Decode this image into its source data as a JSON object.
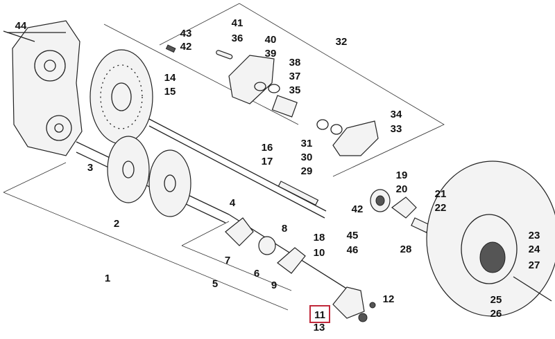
{
  "diagram": {
    "title": "Drive shaft / brake exploded view",
    "highlight_color": "#c0283a",
    "highlighted_label": "11",
    "labels": [
      "44",
      "43",
      "41",
      "36",
      "42",
      "40",
      "39",
      "32",
      "38",
      "37",
      "35",
      "14",
      "15",
      "34",
      "33",
      "16",
      "17",
      "31",
      "30",
      "29",
      "19",
      "20",
      "21",
      "22",
      "42",
      "3",
      "4",
      "2",
      "8",
      "18",
      "45",
      "46",
      "28",
      "10",
      "7",
      "6",
      "9",
      "5",
      "1",
      "23",
      "24",
      "27",
      "25",
      "26",
      "12",
      "11",
      "13"
    ]
  }
}
